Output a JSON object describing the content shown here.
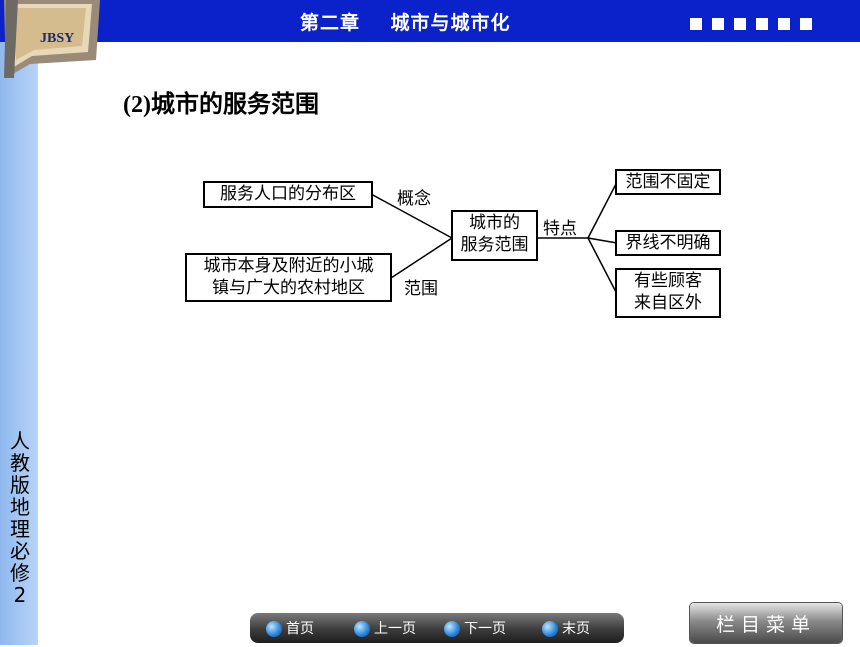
{
  "header": {
    "chapter": "第二章",
    "title": "城市与城市化"
  },
  "logo": {
    "text": "JBSY"
  },
  "sidebar": {
    "text": "人教版地理必修2"
  },
  "content": {
    "heading": "(2)城市的服务范围"
  },
  "diagram": {
    "nodes": {
      "population": "服务人口的分布区",
      "area_line1": "城市本身及附近的小城",
      "area_line2": "镇与广大的农村地区",
      "center_line1": "城市的",
      "center_line2": "服务范围",
      "trait1": "范围不固定",
      "trait2": "界线不明确",
      "trait3_line1": "有些顾客",
      "trait3_line2": "来自区外"
    },
    "edge_labels": {
      "concept": "概念",
      "scope": "范围",
      "features": "特点"
    }
  },
  "nav": {
    "first": "首页",
    "prev": "上一页",
    "next": "下一页",
    "last": "末页"
  },
  "menu_button": "栏目菜单",
  "colors": {
    "top_bar": "#0b21c9",
    "side_bar": "#a8c8f4"
  }
}
